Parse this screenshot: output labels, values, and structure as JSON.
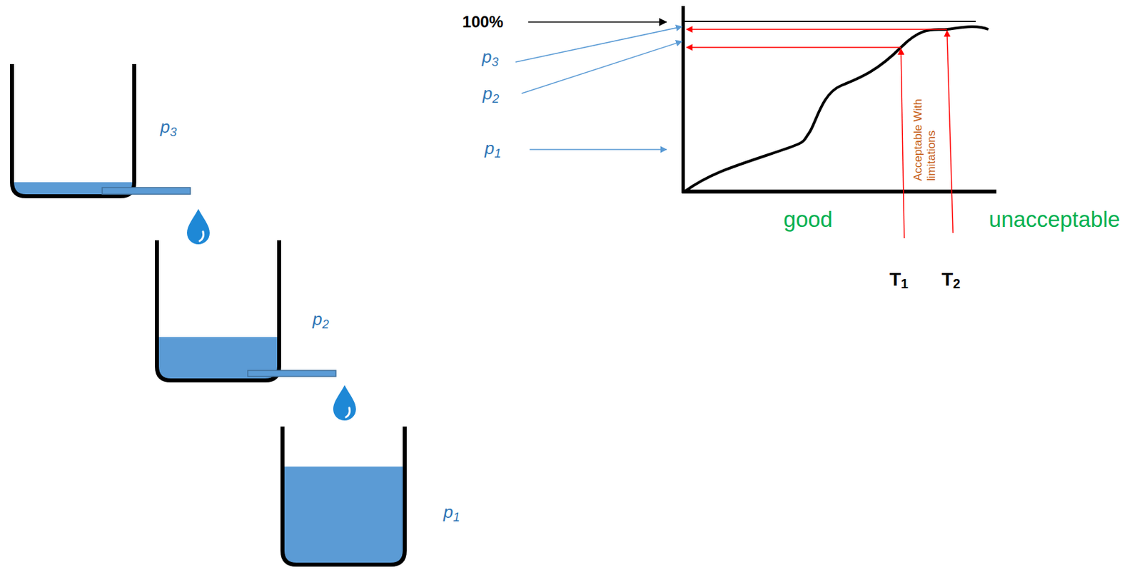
{
  "diagram": {
    "nodes": [
      {
        "text": [
          "p3"
        ]
      },
      {
        "text": [
          "p2"
        ]
      },
      {
        "text": [
          "p1"
        ]
      }
    ],
    "labels": [
      "100%",
      "p3",
      "p2",
      "p1",
      "good",
      "unacceptable",
      "Acceptable With limitations",
      "T1",
      "T2"
    ]
  }
}
